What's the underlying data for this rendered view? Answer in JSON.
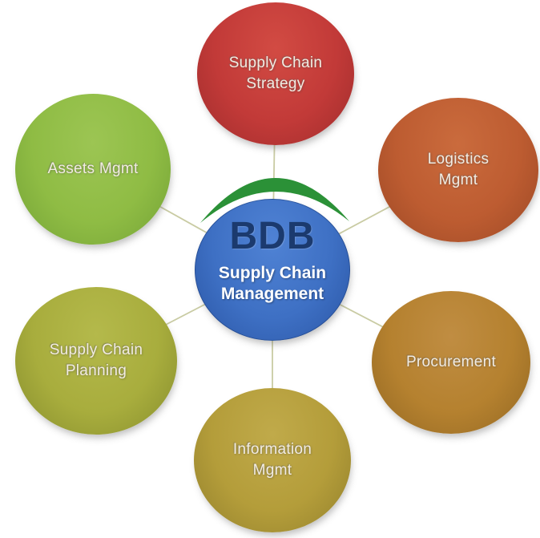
{
  "diagram": {
    "hub": {
      "brand": "BDB",
      "title": "Supply Chain Management",
      "color": "#3e70c4",
      "brand_color": "#1b3a6e",
      "title_color": "#ffffff"
    },
    "arc": {
      "name": "green-swoosh",
      "color": "#2b9137"
    },
    "connector_color": "#c9cba3",
    "nodes": [
      {
        "id": "supply-chain-strategy",
        "label": "Supply Chain Strategy",
        "color": "#c23a38",
        "position": "top"
      },
      {
        "id": "logistics-mgmt",
        "label": "Logistics Mgmt",
        "color": "#bd5c31",
        "position": "top-right"
      },
      {
        "id": "procurement",
        "label": "Procurement",
        "color": "#b5812f",
        "position": "bottom-right"
      },
      {
        "id": "information-mgmt",
        "label": "Information Mgmt",
        "color": "#b49d3a",
        "position": "bottom"
      },
      {
        "id": "supply-chain-planning",
        "label": "Supply Chain Planning",
        "color": "#a8ad3d",
        "position": "bottom-left"
      },
      {
        "id": "assets-mgmt",
        "label": "Assets Mgmt",
        "color": "#8fbc44",
        "position": "top-left"
      }
    ]
  }
}
